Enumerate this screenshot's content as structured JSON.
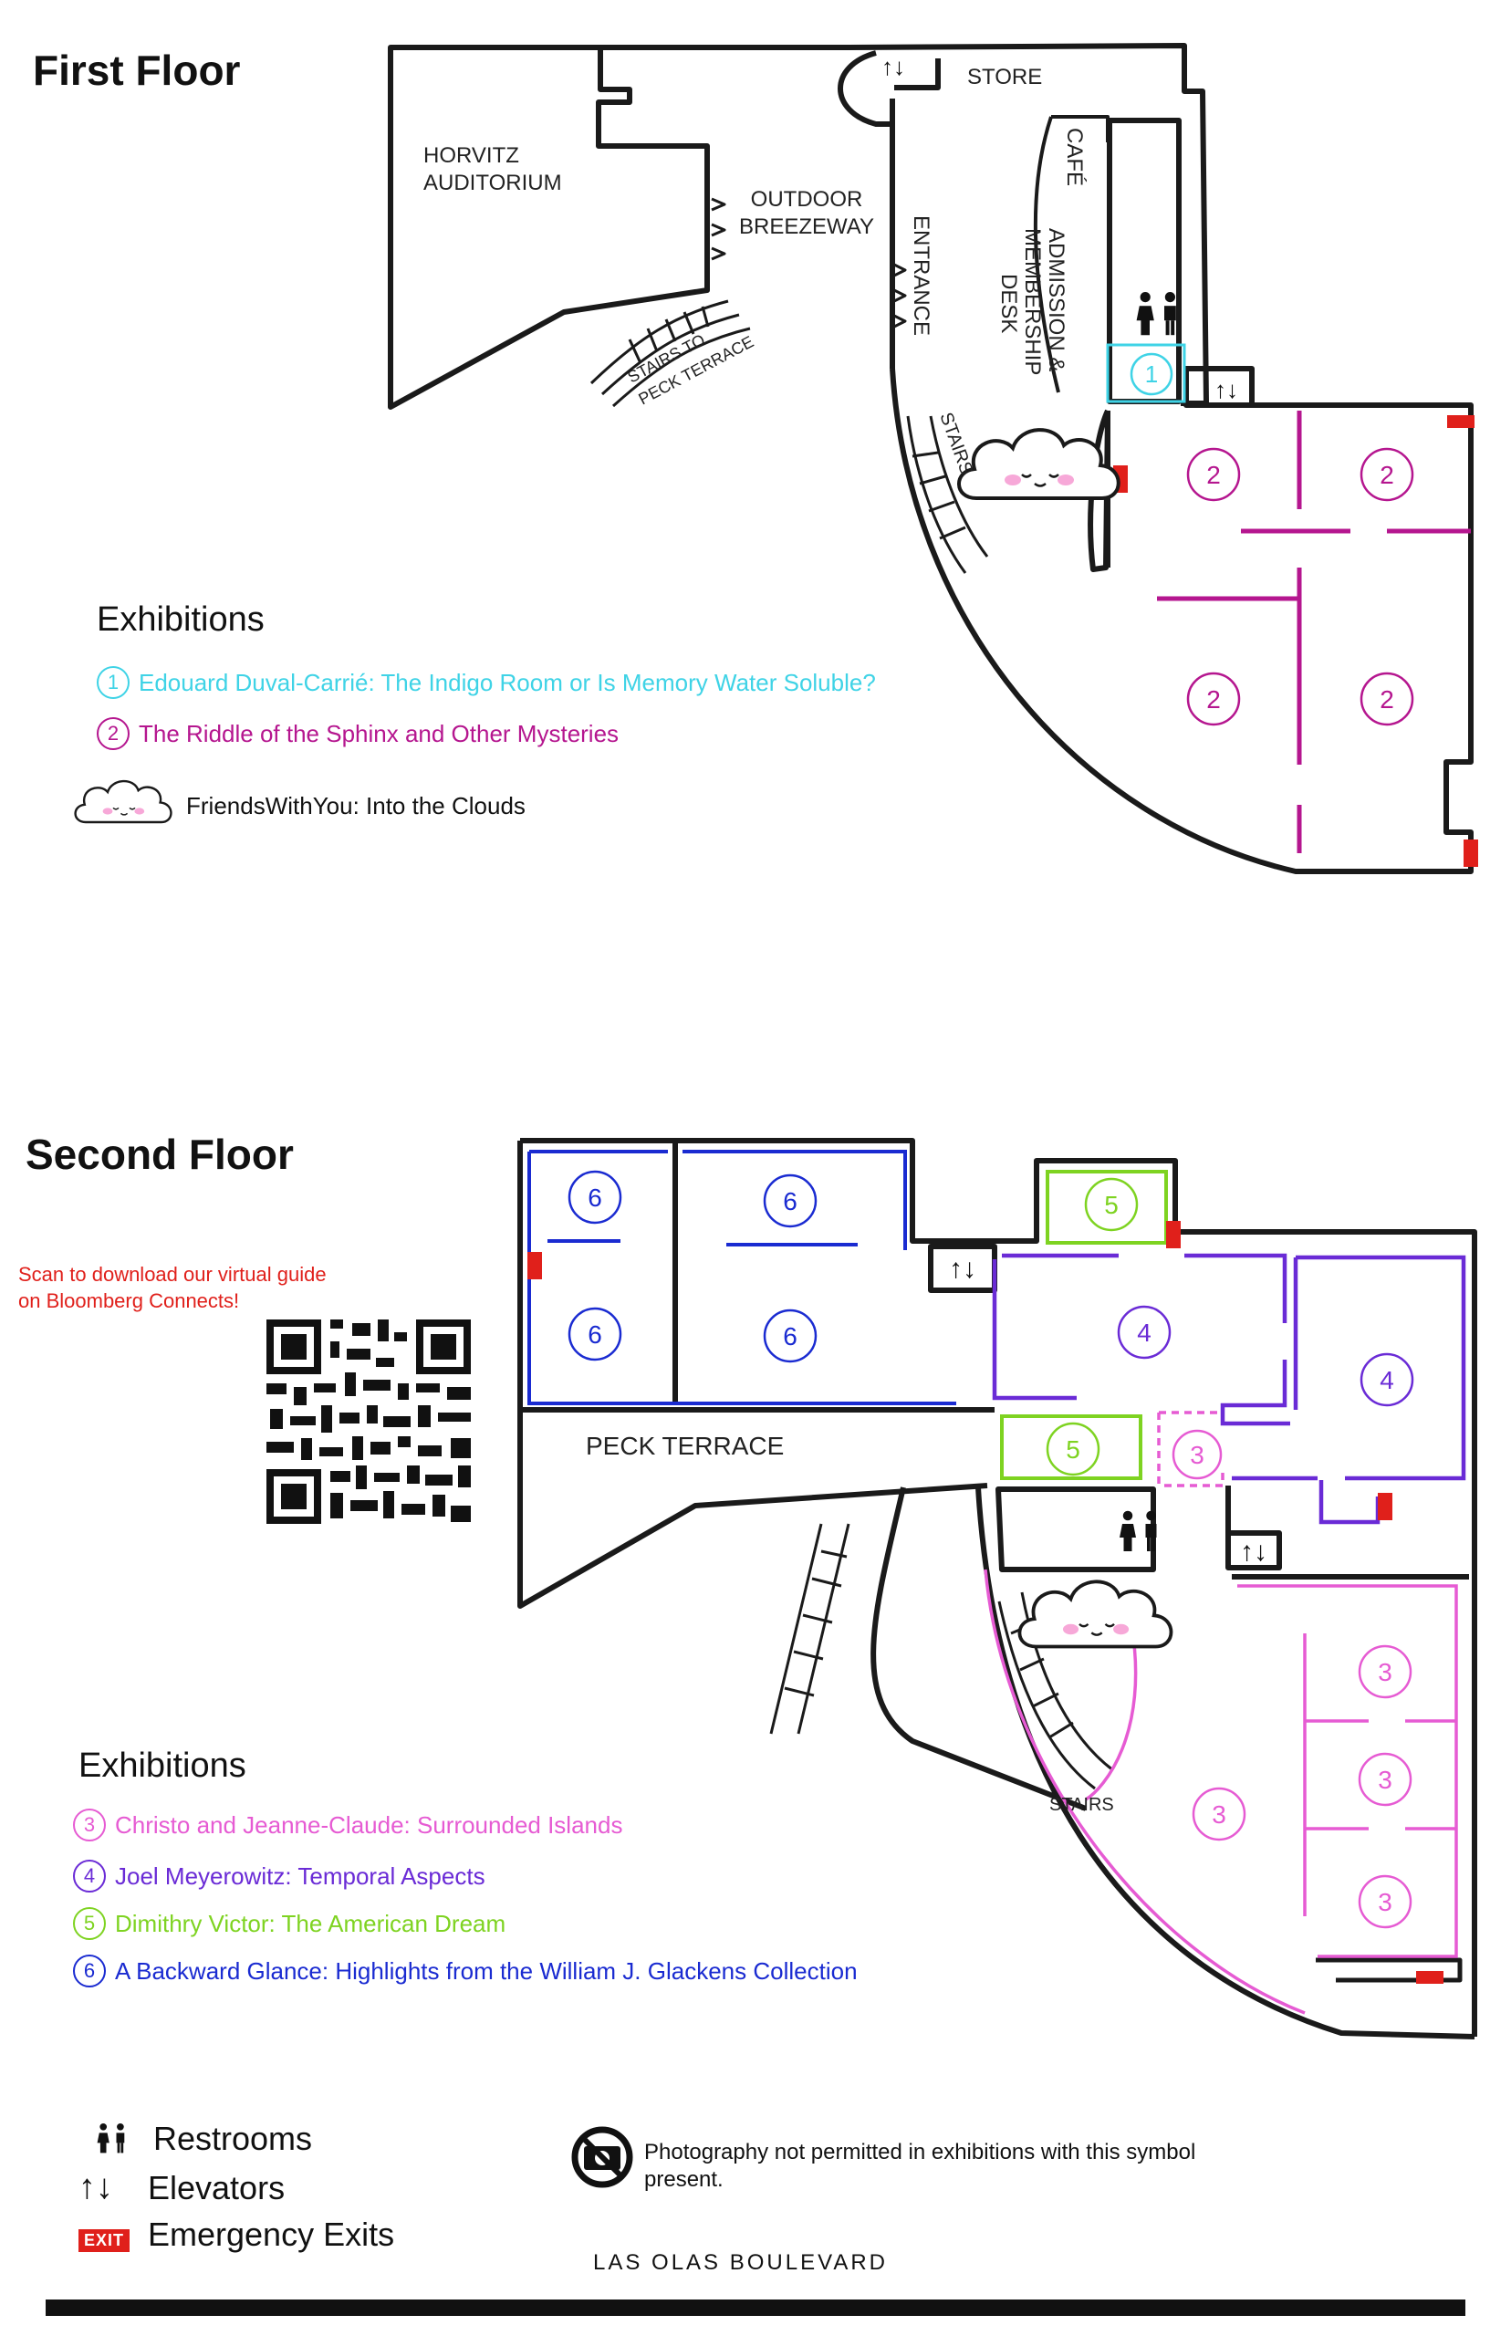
{
  "colors": {
    "ex1": "#3fd3e6",
    "ex2": "#b5168f",
    "ex3": "#e65bd3",
    "ex4": "#6a2bd6",
    "ex5": "#7ed321",
    "ex6": "#1a2bd1",
    "exit": "#e0201b",
    "wall": "#1a1a1a"
  },
  "first_floor": {
    "title": "First Floor",
    "labels": {
      "auditorium_1": "HORVITZ",
      "auditorium_2": "AUDITORIUM",
      "breezeway_1": "OUTDOOR",
      "breezeway_2": "BREEZEWAY",
      "store": "STORE",
      "cafe": "CAFÉ",
      "admission_1": "ADMISSION &",
      "admission_2": "MEMBERSHIP",
      "admission_3": "DESK",
      "entrance": "ENTRANCE",
      "stairs": "STAIRS",
      "stairs_terrace_1": "STAIRS TO",
      "stairs_terrace_2": "PECK TERRACE"
    },
    "exhibitions_heading": "Exhibitions",
    "exhibitions": [
      {
        "num": "1",
        "title": "Edouard Duval-Carrié: The Indigo Room or Is Memory Water Soluble?"
      },
      {
        "num": "2",
        "title": "The Riddle of the Sphinx and Other Mysteries"
      },
      {
        "num": "",
        "title": "FriendsWithYou: Into the Clouds"
      }
    ]
  },
  "second_floor": {
    "title": "Second Floor",
    "labels": {
      "peck_terrace": "PECK TERRACE",
      "stairs": "STAIRS"
    },
    "qr_note": "Scan to download our virtual guide on Bloomberg Connects!",
    "exhibitions_heading": "Exhibitions",
    "exhibitions": [
      {
        "num": "3",
        "title": "Christo and Jeanne-Claude: Surrounded Islands"
      },
      {
        "num": "4",
        "title": "Joel Meyerowitz: Temporal Aspects"
      },
      {
        "num": "5",
        "title": "Dimithry Victor: The American Dream"
      },
      {
        "num": "6",
        "title": "A Backward Glance: Highlights from the William J. Glackens Collection"
      }
    ]
  },
  "legend": {
    "restrooms": "Restrooms",
    "elevators": "Elevators",
    "exits": "Emergency Exits",
    "exit_sign": "EXIT",
    "photo_note": "Photography not permitted in exhibitions with this symbol present."
  },
  "street": "LAS OLAS BOULEVARD",
  "icons": [
    "restroom-icon",
    "elevator-icon",
    "exit-icon",
    "cloud-icon",
    "no-photography-icon",
    "qr-code"
  ]
}
